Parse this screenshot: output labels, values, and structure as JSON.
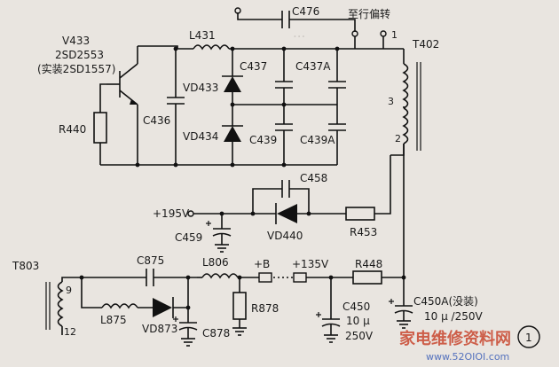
{
  "labels": {
    "c476": "C476",
    "to_deflection": "至行偏转",
    "pin1": "1",
    "t402": "T402",
    "pin3": "3",
    "pin2": "2",
    "v433": "V433",
    "part_2sd2553": "2SD2553",
    "part_actual": "(实装2SD1557)",
    "l431": "L431",
    "c437": "C437",
    "c437a": "C437A",
    "vd433": "VD433",
    "vd434": "VD434",
    "c436": "C436",
    "c439": "C439",
    "c439a": "C439A",
    "r440": "R440",
    "c458": "C458",
    "plus195v": "+195V",
    "c459": "C459",
    "vd440": "VD440",
    "r453": "R453",
    "t803": "T803",
    "pin9": "9",
    "pin12": "12",
    "c875": "C875",
    "l806": "L806",
    "plusb": "+B",
    "plus135v": "+135V",
    "r448": "R448",
    "l875": "L875",
    "vd873": "VD873",
    "c878": "C878",
    "r878": "R878",
    "c450": "C450",
    "c450_cap": "10 μ",
    "c450_volt": "250V",
    "c450a": "C450A(没装)",
    "c450a_val": "10 μ /250V",
    "figure_no": "1"
  },
  "watermark": {
    "text": "家电维修资料网",
    "url": "www.52OIOI.com"
  },
  "colors": {
    "line": "#111111",
    "watermark_red": "#c9472f",
    "watermark_blue": "#2f55b5",
    "paper": "#e9e5e0"
  }
}
